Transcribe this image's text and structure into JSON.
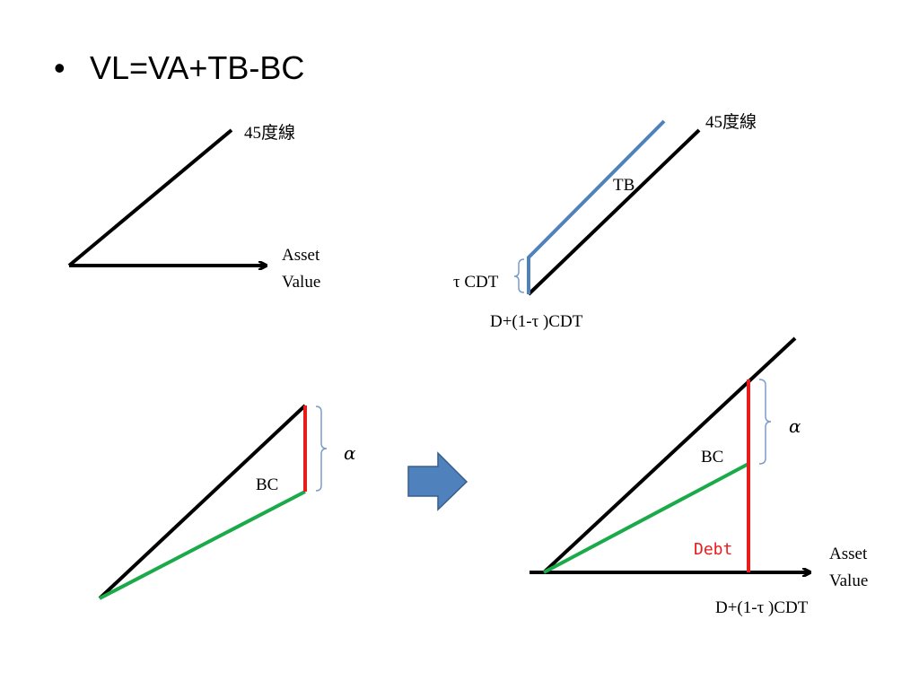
{
  "slide": {
    "bullet": "•",
    "title": "VL=VA+TB-BC"
  },
  "panel1": {
    "line_label": "45度線",
    "axis_label_line1": "Asset",
    "axis_label_line2": "Value"
  },
  "panel2": {
    "line_label": "45度線",
    "tb_label": "TB",
    "tau_label": "τ CDT",
    "bottom_label": "D+(1-τ )CDT"
  },
  "panel3": {
    "alpha_label": "α",
    "bc_label": "BC"
  },
  "panel4": {
    "alpha_label": "α",
    "bc_label": "BC",
    "debt_label": "Debt",
    "axis_label_line1": "Asset",
    "axis_label_line2": "Value",
    "bottom_label": "D+(1-τ )CDT"
  },
  "colors": {
    "black_line": "#000000",
    "blue_line": "#4f81bd",
    "red_line": "#e81c1c",
    "green_line": "#1aaa4a",
    "brace": "#7a9ccc",
    "arrow_fill": "#4f81bd",
    "arrow_stroke": "#385d8a",
    "debt_text": "#e81c1c"
  }
}
